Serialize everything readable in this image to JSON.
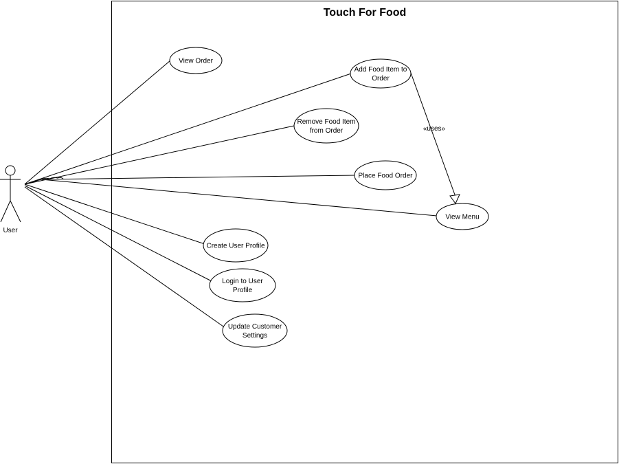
{
  "system": {
    "title": "Touch For Food"
  },
  "actor": {
    "label": "User"
  },
  "use_cases": {
    "view_order": [
      "View Order"
    ],
    "add_food_item": [
      "Add Food Item to",
      "Order"
    ],
    "remove_food_item": [
      "Remove Food Item",
      "from Order"
    ],
    "place_food_order": [
      "Place Food Order"
    ],
    "view_menu": [
      "View Menu"
    ],
    "create_user_profile": [
      "Create User Profile"
    ],
    "login_user_profile": [
      "Login to User",
      "Profile"
    ],
    "update_customer_settings": [
      "Update Customer",
      "Settings"
    ]
  },
  "dependency": {
    "label": "«uses»"
  }
}
